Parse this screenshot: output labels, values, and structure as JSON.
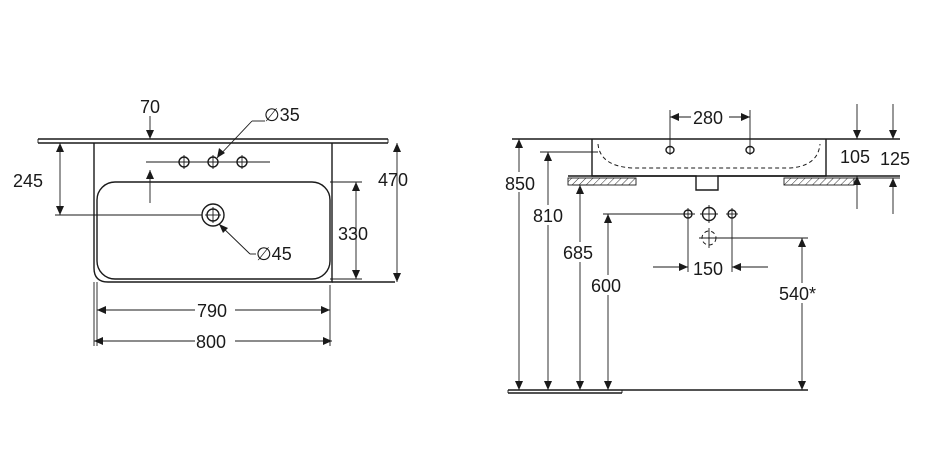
{
  "top_view": {
    "dim_70": "70",
    "dim_d35": "∅35",
    "dim_245": "245",
    "dim_470": "470",
    "dim_330": "330",
    "dim_d45": "∅45",
    "dim_790": "790",
    "dim_800": "800"
  },
  "side_view": {
    "dim_280": "280",
    "dim_105": "105",
    "dim_125": "125",
    "dim_850": "850",
    "dim_810": "810",
    "dim_685": "685",
    "dim_600": "600",
    "dim_150": "150",
    "dim_540": "540*"
  }
}
